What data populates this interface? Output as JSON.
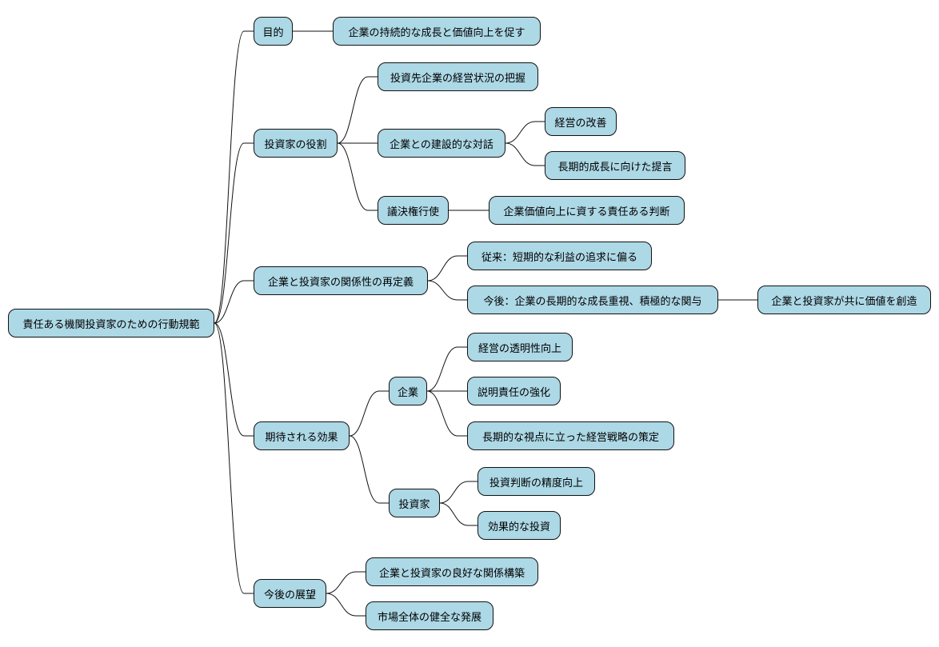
{
  "colors": {
    "node_fill": "#add8e6",
    "node_border": "#111111",
    "edge": "#111111",
    "background": "#ffffff"
  },
  "root": {
    "label": "責任ある機関投資家のための行動規範"
  },
  "purpose": {
    "label": "目的",
    "detail": "企業の持続的な成長と価値向上を促す"
  },
  "role": {
    "label": "投資家の役割",
    "grasp": "投資先企業の経営状況の把握",
    "dialogue": {
      "label": "企業との建設的な対話",
      "improve": "経営の改善",
      "proposal": "長期的成長に向けた提言"
    },
    "voting": {
      "label": "議決権行使",
      "judgement": "企業価値向上に資する責任ある判断"
    }
  },
  "relationship": {
    "label": "企業と投資家の関係性の再定義",
    "past": "従来：短期的な利益の追求に偏る",
    "future": {
      "label": "今後：企業の長期的な成長重視、積極的な関与",
      "cocreate": "企業と投資家が共に価値を創造"
    }
  },
  "effects": {
    "label": "期待される効果",
    "company": {
      "label": "企業",
      "transparency": "経営の透明性向上",
      "accountability": "説明責任の強化",
      "strategy": "長期的な視点に立った経営戦略の策定"
    },
    "investor": {
      "label": "投資家",
      "accuracy": "投資判断の精度向上",
      "efficient": "効果的な投資"
    }
  },
  "outlook": {
    "label": "今後の展望",
    "relations": "企業と投資家の良好な関係構築",
    "market": "市場全体の健全な発展"
  }
}
